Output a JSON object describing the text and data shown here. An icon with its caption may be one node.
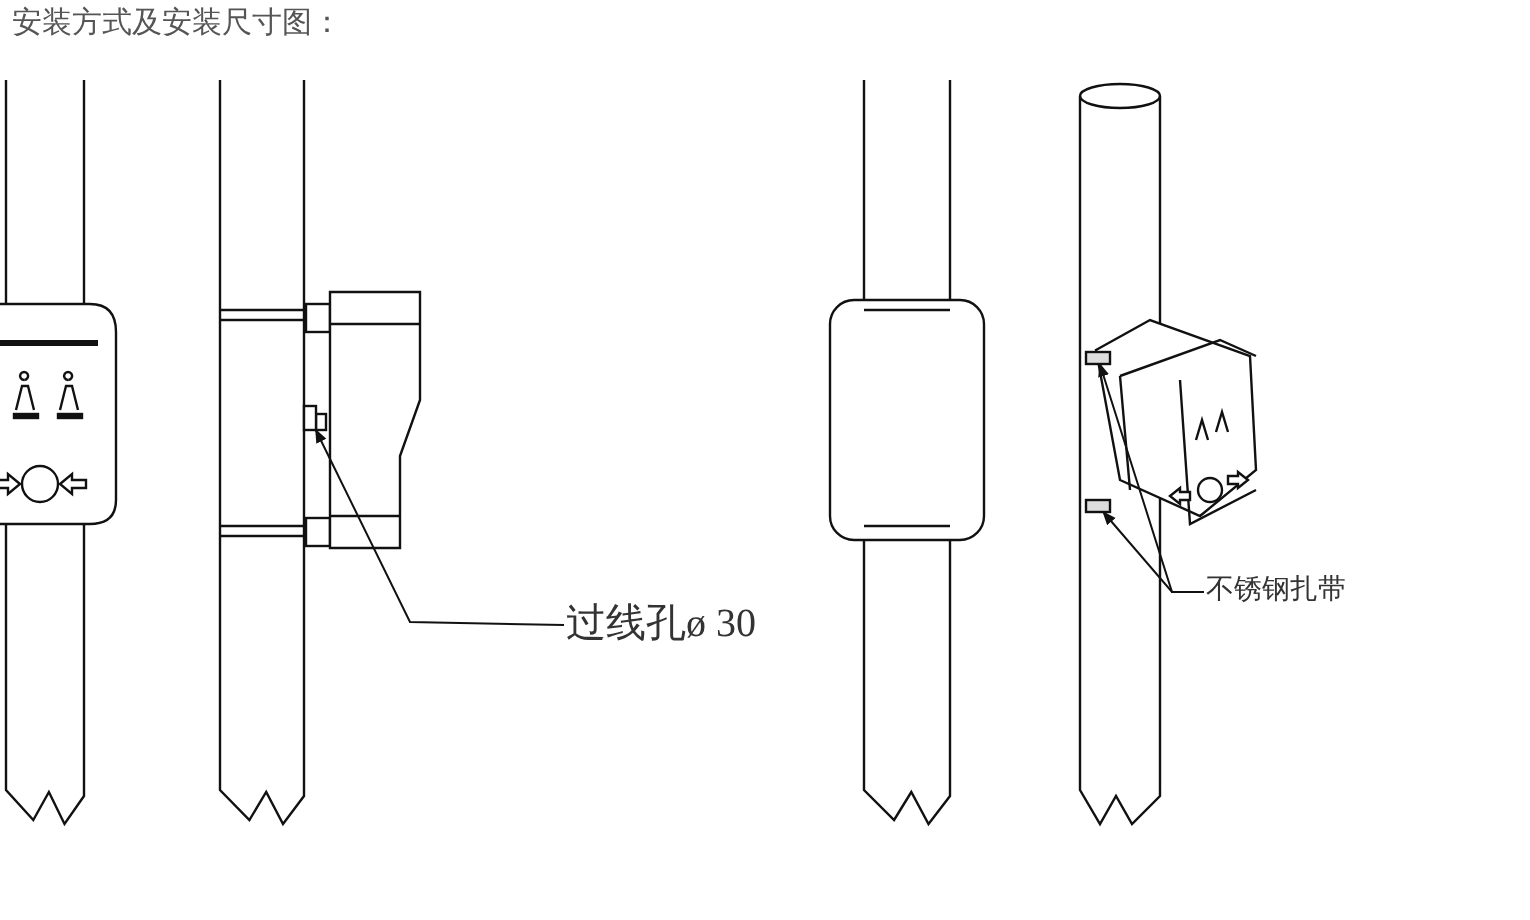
{
  "diagram": {
    "title": "安装方式及安装尺寸图：",
    "nodes": [
      {
        "text": [
          "过线孔ø 30"
        ]
      },
      {
        "text": [],
        "shape": "box"
      },
      {
        "text": [
          "不锈钢扎带"
        ]
      },
      {
        "text": [],
        "shape": "bar"
      },
      {
        "text": [],
        "shape": "bar"
      }
    ],
    "edges": [
      {
        "from": 0,
        "to": 1,
        "arrow": "to"
      },
      {
        "from": 2,
        "to": 3,
        "arrow": "to"
      },
      {
        "from": 2,
        "to": 4,
        "arrow": "to"
      }
    ]
  }
}
